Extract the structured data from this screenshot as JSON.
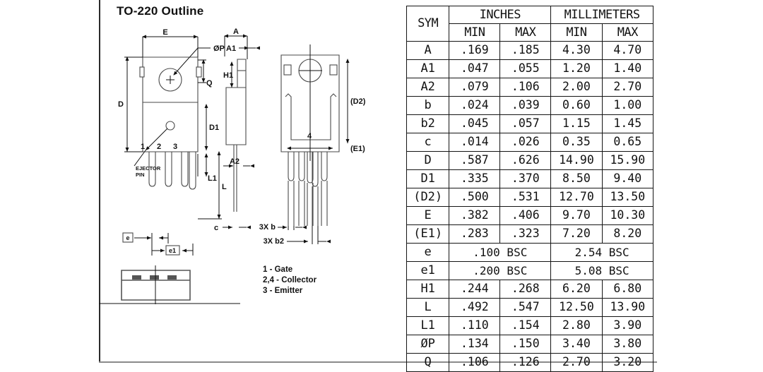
{
  "title": "TO-220 Outline",
  "table": {
    "header": {
      "sym": "SYM",
      "inches": "INCHES",
      "millimeters": "MILLIMETERS",
      "min1": "MIN",
      "max1": "MAX",
      "min2": "MIN",
      "max2": "MAX"
    },
    "rows": [
      {
        "sym": "A",
        "in_min": ".169",
        "in_max": ".185",
        "mm_min": "4.30",
        "mm_max": "4.70"
      },
      {
        "sym": "A1",
        "in_min": ".047",
        "in_max": ".055",
        "mm_min": "1.20",
        "mm_max": "1.40"
      },
      {
        "sym": "A2",
        "in_min": ".079",
        "in_max": ".106",
        "mm_min": "2.00",
        "mm_max": "2.70"
      },
      {
        "sym": "b",
        "in_min": ".024",
        "in_max": ".039",
        "mm_min": "0.60",
        "mm_max": "1.00"
      },
      {
        "sym": "b2",
        "in_min": ".045",
        "in_max": ".057",
        "mm_min": "1.15",
        "mm_max": "1.45"
      },
      {
        "sym": "c",
        "in_min": ".014",
        "in_max": ".026",
        "mm_min": "0.35",
        "mm_max": "0.65"
      },
      {
        "sym": "D",
        "in_min": ".587",
        "in_max": ".626",
        "mm_min": "14.90",
        "mm_max": "15.90"
      },
      {
        "sym": "D1",
        "in_min": ".335",
        "in_max": ".370",
        "mm_min": "8.50",
        "mm_max": "9.40"
      },
      {
        "sym": "(D2)",
        "in_min": ".500",
        "in_max": ".531",
        "mm_min": "12.70",
        "mm_max": "13.50"
      },
      {
        "sym": "E",
        "in_min": ".382",
        "in_max": ".406",
        "mm_min": "9.70",
        "mm_max": "10.30"
      },
      {
        "sym": "(E1)",
        "in_min": ".283",
        "in_max": ".323",
        "mm_min": "7.20",
        "mm_max": "8.20"
      },
      {
        "sym": "H1",
        "in_min": ".244",
        "in_max": ".268",
        "mm_min": "6.20",
        "mm_max": "6.80"
      },
      {
        "sym": "L",
        "in_min": ".492",
        "in_max": ".547",
        "mm_min": "12.50",
        "mm_max": "13.90"
      },
      {
        "sym": "L1",
        "in_min": ".110",
        "in_max": ".154",
        "mm_min": "2.80",
        "mm_max": "3.90"
      },
      {
        "sym": "ØP",
        "in_min": ".134",
        "in_max": ".150",
        "mm_min": "3.40",
        "mm_max": "3.80"
      },
      {
        "sym": "Q",
        "in_min": ".106",
        "in_max": ".126",
        "mm_min": "2.70",
        "mm_max": "3.20"
      }
    ],
    "bsc_rows": [
      {
        "sym": "e",
        "inches": ".100 BSC",
        "mm": "2.54 BSC"
      },
      {
        "sym": "e1",
        "inches": ".200 BSC",
        "mm": "5.08 BSC"
      }
    ]
  },
  "drawing": {
    "front": {
      "dim_e": "E",
      "dim_op": "ØP",
      "dim_q": "Q",
      "dim_d": "D",
      "dim_d1": "D1",
      "dim_l": "L",
      "dim_l1": "L1",
      "dim_e_small": "e",
      "dim_e1": "e1",
      "pin1": "1",
      "pin2": "2",
      "pin3": "3",
      "ejector_line1": "EJECTOR",
      "ejector_line2": "PIN"
    },
    "side": {
      "dim_a": "A",
      "dim_a1": "A1",
      "dim_h1": "H1",
      "dim_a2": "A2",
      "dim_c": "c"
    },
    "rear": {
      "dim_d2": "(D2)",
      "dim_e1": "(E1)",
      "pin4": "4",
      "dim_3xb": "3X  b",
      "dim_3xb2": "3X  b2"
    },
    "legend": [
      "1 - Gate",
      "2,4 - Collector",
      "3 - Emitter"
    ]
  },
  "colors": {
    "line": "#4a4a4a",
    "text": "#111111",
    "table_border": "#141414",
    "background": "#ffffff"
  }
}
